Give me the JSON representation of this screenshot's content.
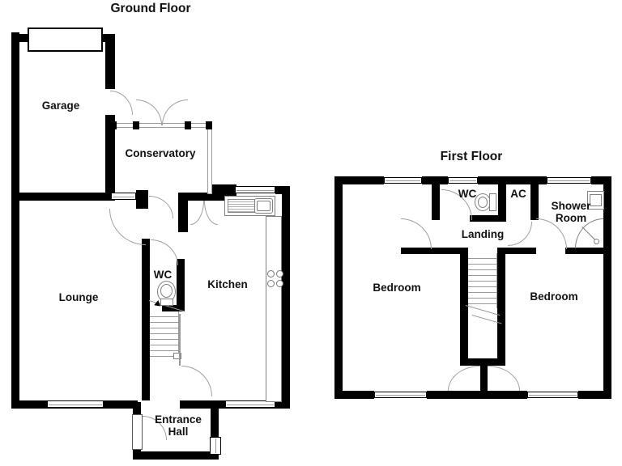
{
  "titles": {
    "ground": "Ground Floor",
    "first": "First Floor"
  },
  "ground": {
    "garage": "Garage",
    "conservatory": "Conservatory",
    "lounge": "Lounge",
    "wc": "WC",
    "kitchen": "Kitchen",
    "entrance_hall": "Entrance Hall"
  },
  "first": {
    "wc": "WC",
    "ac": "AC",
    "shower_room": "Shower Room",
    "landing": "Landing",
    "bedroom_left": "Bedroom",
    "bedroom_right": "Bedroom"
  },
  "colors": {
    "wall": "#000000",
    "detail_line": "#9a9a9a",
    "background": "#ffffff",
    "text": "#111111"
  }
}
